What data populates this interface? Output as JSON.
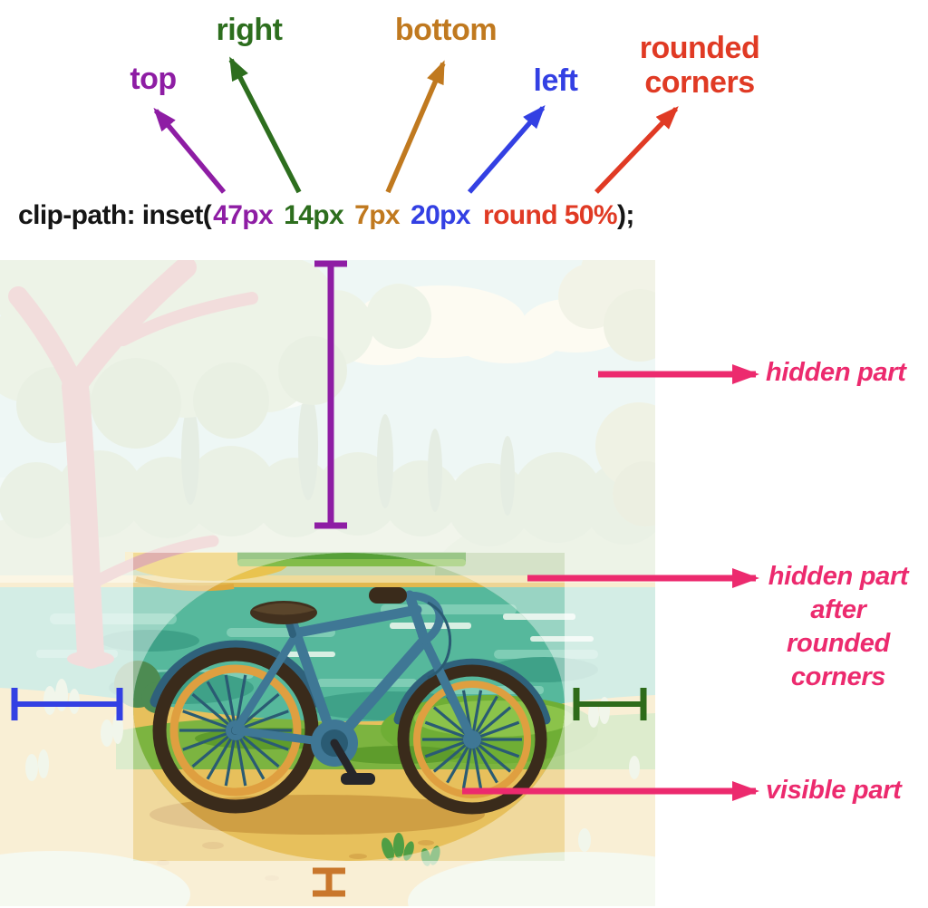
{
  "header": {
    "top_label": "top",
    "right_label": "right",
    "bottom_label": "bottom",
    "left_label": "left",
    "rounded_label": "rounded corners"
  },
  "code": {
    "prefix": "clip-path: inset(",
    "top_value": "47px",
    "right_value": "14px",
    "bottom_value": "7px",
    "left_value": "20px",
    "round_value": "round 50%",
    "suffix": ");"
  },
  "annotations": {
    "hidden_part": "hidden part",
    "hidden_part_after": "hidden part\nafter\nrounded\ncorners",
    "visible_part": "visible part"
  },
  "colors": {
    "top_accent": "#8E1DA4",
    "right_accent": "#2D6E1E",
    "bottom_accent": "#C0791F",
    "left_accent": "#3340E3",
    "round_accent": "#E03A24",
    "annotation_pink": "#EC2A6E",
    "code_text": "#151515",
    "water_teal": "#56B89C",
    "path_sand": "#E7C05C",
    "grass_green": "#7CB440",
    "frame_blue": "#3F7795",
    "rim_orange": "#DF9F40",
    "tire_brown": "#3A2B1B"
  }
}
